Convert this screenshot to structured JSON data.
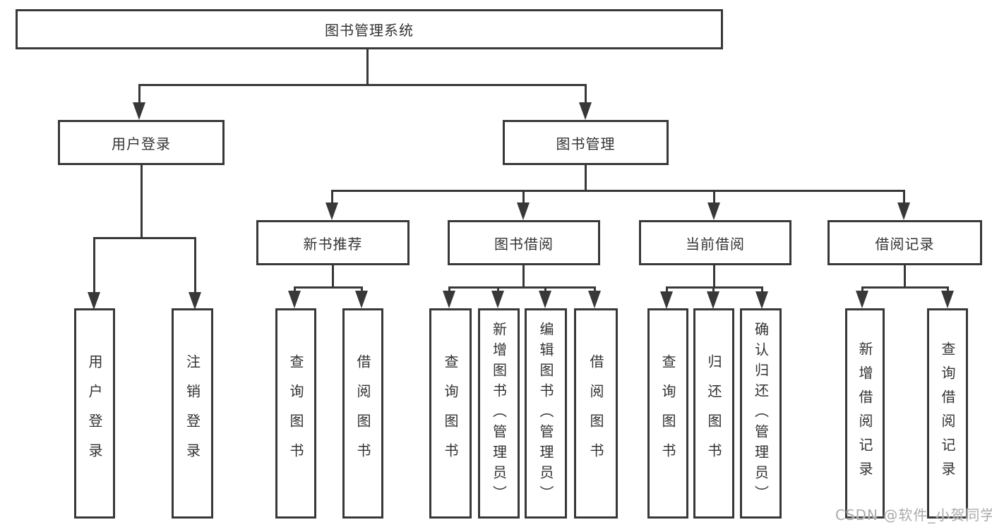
{
  "diagram": {
    "tree": {
      "label": "图书管理系统",
      "children": [
        {
          "label": "用户登录",
          "children": [
            {
              "label": "用户登录"
            },
            {
              "label": "注销登录"
            }
          ]
        },
        {
          "label": "图书管理",
          "children": [
            {
              "label": "新书推荐",
              "children": [
                {
                  "label": "查询图书"
                },
                {
                  "label": "借阅图书"
                }
              ]
            },
            {
              "label": "图书借阅",
              "children": [
                {
                  "label": "查询图书"
                },
                {
                  "label": "新增图书（管理员）"
                },
                {
                  "label": "编辑图书（管理员）"
                },
                {
                  "label": "借阅图书"
                }
              ]
            },
            {
              "label": "当前借阅",
              "children": [
                {
                  "label": "查询图书"
                },
                {
                  "label": "归还图书"
                },
                {
                  "label": "确认归还（管理员）"
                }
              ]
            },
            {
              "label": "借阅记录",
              "children": [
                {
                  "label": "新增借阅记录"
                },
                {
                  "label": "查询借阅记录"
                }
              ]
            }
          ]
        }
      ]
    },
    "colors": {
      "line": "#383838",
      "text": "#333333",
      "watermark": "#ababab",
      "background": "#ffffff"
    }
  },
  "watermark": {
    "text": "CSDN @软件_小贺同学"
  }
}
